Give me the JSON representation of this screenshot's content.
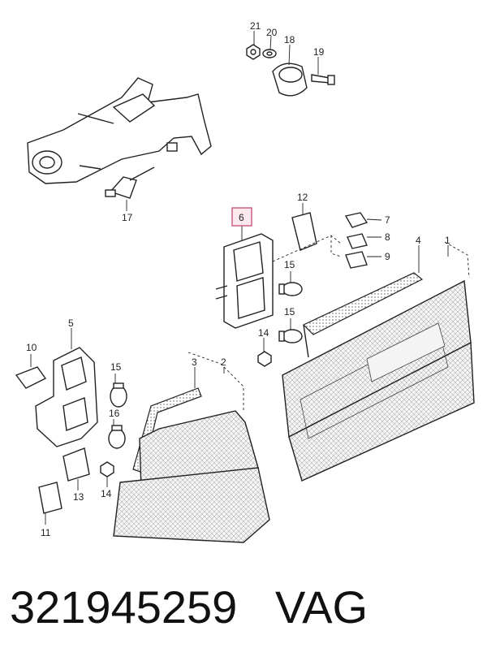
{
  "callouts": {
    "c1": "1",
    "c2": "2",
    "c3": "3",
    "c4": "4",
    "c5": "5",
    "c6": "6",
    "c7": "7",
    "c8": "8",
    "c9": "9",
    "c10": "10",
    "c11": "11",
    "c12": "12",
    "c13": "13",
    "c14a": "14",
    "c14b": "14",
    "c15a": "15",
    "c15b": "15",
    "c15c": "15",
    "c16": "16",
    "c17": "17",
    "c18": "18",
    "c19": "19",
    "c20": "20",
    "c21": "21"
  },
  "highlighted_part": "6",
  "caption": {
    "part_number": "321945259",
    "brand": "VAG"
  },
  "colors": {
    "highlight": "#c8577a",
    "line": "#222222"
  }
}
